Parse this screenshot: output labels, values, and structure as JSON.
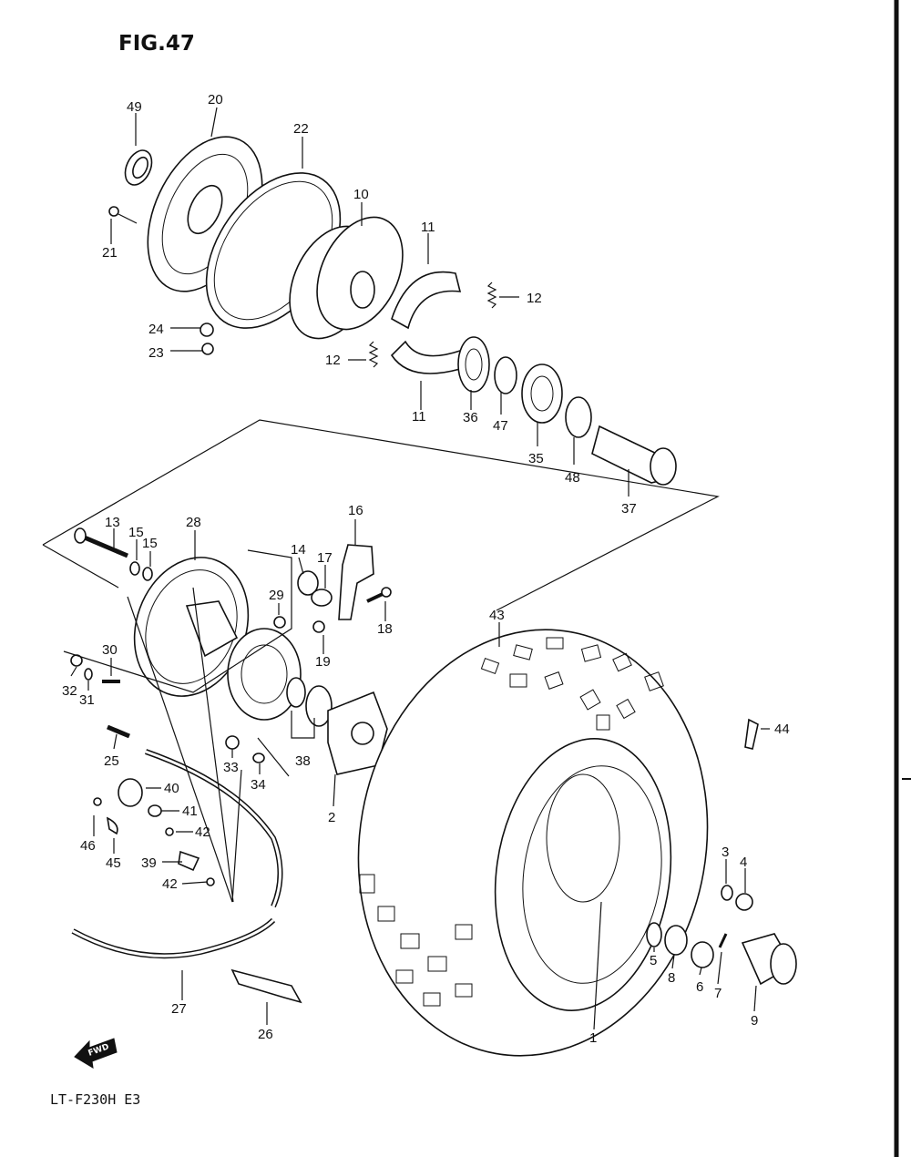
{
  "figure": {
    "title": "FIG.47",
    "model_code": "LT-F230H E3",
    "direction_label": "FWD"
  },
  "callouts": [
    "49",
    "20",
    "22",
    "10",
    "11",
    "12",
    "21",
    "24",
    "23",
    "12",
    "11",
    "36",
    "47",
    "35",
    "48",
    "37",
    "13",
    "15",
    "15",
    "28",
    "14",
    "17",
    "16",
    "29",
    "18",
    "19",
    "30",
    "32",
    "31",
    "25",
    "33",
    "34",
    "38",
    "2",
    "40",
    "41",
    "42",
    "46",
    "45",
    "39",
    "42",
    "27",
    "26",
    "43",
    "44",
    "1",
    "3",
    "4",
    "5",
    "8",
    "6",
    "7",
    "9"
  ]
}
